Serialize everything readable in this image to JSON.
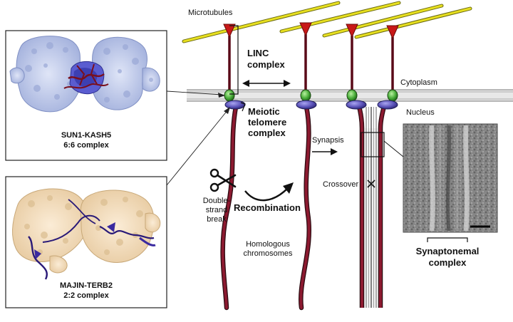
{
  "labels": {
    "microtubules": "Microtubules",
    "linc_line1": "LINC",
    "linc_line2": "complex",
    "cytoplasm": "Cytoplasm",
    "nucleus": "Nucleus",
    "meiotic_line1": "Meiotic",
    "meiotic_line2": "telomere",
    "meiotic_line3": "complex",
    "synapsis": "Synapsis",
    "crossover": "Crossover",
    "dsb_line1": "Double-",
    "dsb_line2": "strand",
    "dsb_line3": "break",
    "recombination": "Recombination",
    "homologous_line1": "Homologous",
    "homologous_line2": "chromosomes",
    "synaptonemal_line1": "Synaptonemal",
    "synaptonemal_line2": "complex"
  },
  "panels": {
    "sun1_name": "SUN1-KASH5",
    "sun1_ratio": "6:6 complex",
    "majin_name": "MAJIN-TERB2",
    "majin_ratio": "2:2 complex"
  },
  "colors": {
    "microtubule": "#e8e020",
    "kash_red": "#c81818",
    "sun_green": "#4caf3c",
    "telomere_purple": "#5a52b8",
    "chromosome": "#7a1428",
    "sun1_surface": "#b8c4e8",
    "majin_surface": "#f2dcb8"
  }
}
